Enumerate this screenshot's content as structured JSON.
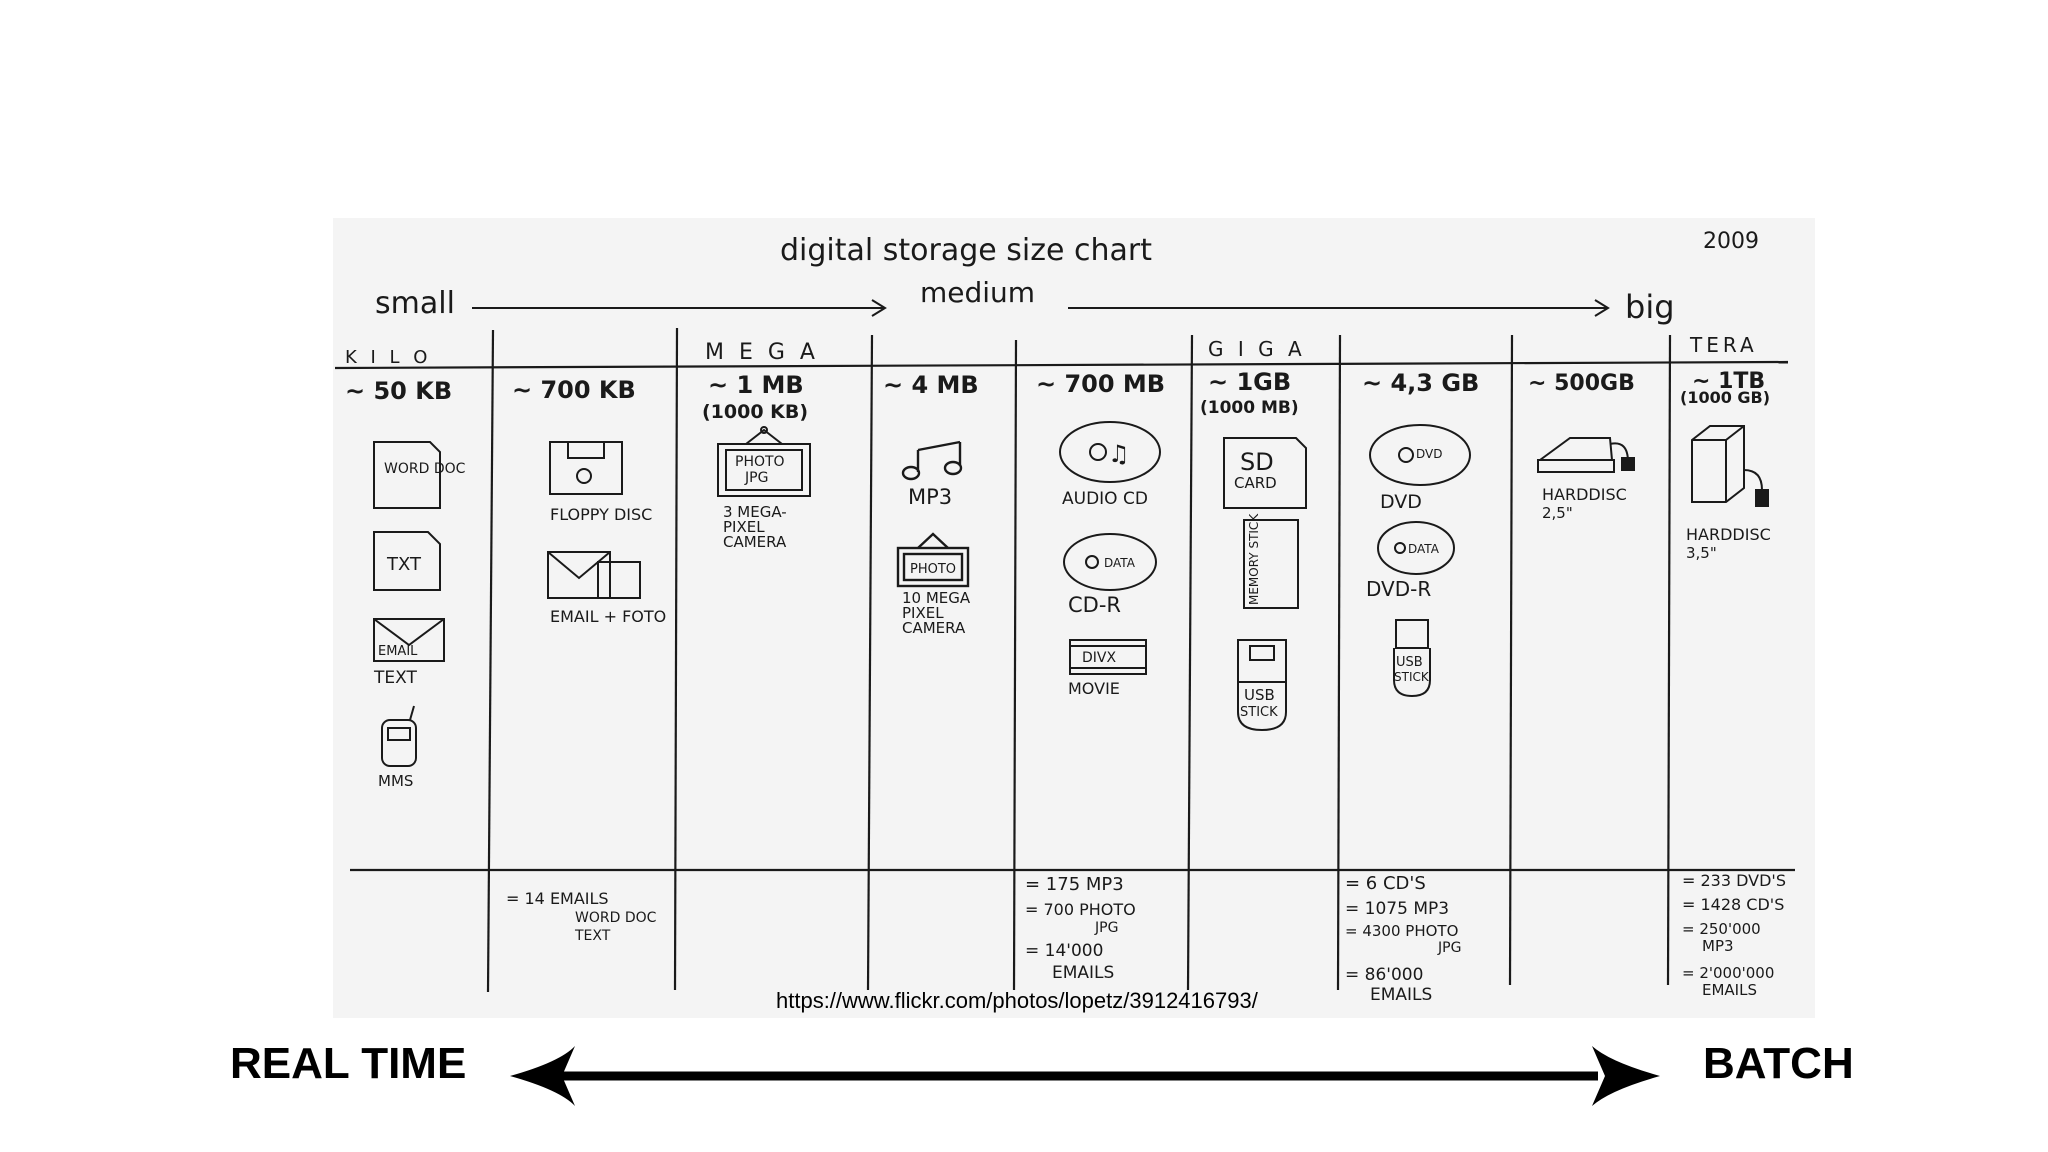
{
  "sketch": {
    "title": "digital storage size chart",
    "year": "2009",
    "scale": {
      "small": "small",
      "medium": "medium",
      "big": "big"
    },
    "prefixes": {
      "kilo": "K I L O",
      "mega": "M E G A",
      "giga": "G I G A",
      "tera": "TERA"
    },
    "columns": [
      {
        "size": "~ 50 KB",
        "items": [
          "TEXT",
          "MMS"
        ],
        "icon_texts": [
          "WORD DOC",
          "TXT",
          "EMAIL"
        ],
        "equivalents": []
      },
      {
        "size": "~ 700 KB",
        "items": [
          "FLOPPY DISC",
          "EMAIL + FOTO"
        ],
        "icon_texts": [],
        "equivalents": [
          "= 14 EMAILS",
          "WORD DOC",
          "TEXT"
        ]
      },
      {
        "size": "~ 1 MB",
        "subsize": "(1000 KB)",
        "items": [
          "3 MEGA-",
          "PIXEL",
          "CAMERA"
        ],
        "icon_texts": [
          "PHOTO",
          "JPG"
        ],
        "equivalents": []
      },
      {
        "size": "~ 4 MB",
        "items": [
          "MP3",
          "10 MEGA",
          "PIXEL",
          "CAMERA"
        ],
        "icon_texts": [
          "PHOTO"
        ],
        "equivalents": []
      },
      {
        "size": "~ 700 MB",
        "items": [
          "AUDIO CD",
          "CD-R",
          "MOVIE"
        ],
        "icon_texts": [
          "DATA",
          "DIVX"
        ],
        "equivalents": [
          "= 175 MP3",
          "= 700 PHOTO",
          "JPG",
          "= 14'000",
          "EMAILS"
        ]
      },
      {
        "size": "~ 1GB",
        "subsize": "(1000 MB)",
        "items": [],
        "icon_texts": [
          "SD",
          "CARD",
          "MEMORY STICK",
          "USB",
          "STICK"
        ],
        "equivalents": []
      },
      {
        "size": "~ 4,3 GB",
        "items": [
          "DVD",
          "DVD-R"
        ],
        "icon_texts": [
          "DVD",
          "DATA",
          "USB",
          "STICK"
        ],
        "equivalents": [
          "= 6 CD'S",
          "= 1075 MP3",
          "= 4300 PHOTO",
          "JPG",
          "= 86'000",
          "EMAILS"
        ]
      },
      {
        "size": "~ 500GB",
        "items": [
          "HARDDISC",
          "2,5\""
        ],
        "icon_texts": [],
        "equivalents": []
      },
      {
        "size": "~ 1TB",
        "subsize": "(1000 GB)",
        "items": [
          "HARDDISC",
          "3,5\""
        ],
        "icon_texts": [],
        "equivalents": [
          "= 233 DVD'S",
          "= 1428 CD'S",
          "= 250'000",
          "MP3",
          "= 2'000'000",
          "EMAILS"
        ]
      }
    ]
  },
  "source_url": "https://www.flickr.com/photos/lopetz/3912416793/",
  "axis": {
    "left_label": "REAL TIME",
    "right_label": "BATCH"
  }
}
